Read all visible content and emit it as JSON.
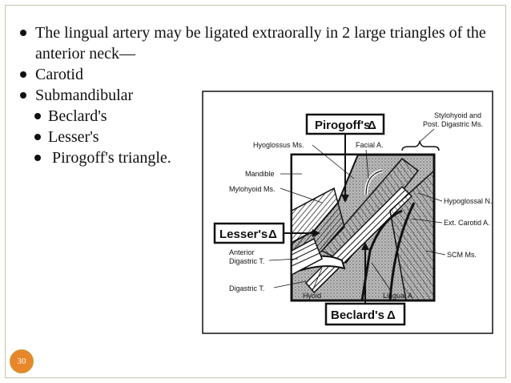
{
  "bullets": [
    {
      "text": "The lingual artery may be ligated extraorally in 2 large triangles of the anterior neck—",
      "level": 1
    },
    {
      "text": "Carotid",
      "level": 1
    },
    {
      "text": "Submandibular",
      "level": 1
    },
    {
      "text": "Beclard's",
      "level": 2
    },
    {
      "text": "Lesser's",
      "level": 2
    },
    {
      "text": " Pirogoff's triangle.",
      "level": 2
    }
  ],
  "diagram": {
    "pirogoff_box": "Pirogoff's",
    "lesser_box": "Lesser's",
    "beclard_box": "Beclard's",
    "triangle_glyph": "Δ",
    "labels": {
      "stylohyoid_1": "Stylohyoid and",
      "stylohyoid_2": "Post. Digastric Ms.",
      "hyoglossus": "Hyoglossus Ms.",
      "facial": "Facial A.",
      "mandible": "Mandible",
      "mylohyoid": "Mylohyoid Ms.",
      "hypoglossal": "Hypoglossal N.",
      "ext_carotid": "Ext. Carotid A.",
      "scm": "SCM Ms.",
      "ant_dig_1": "Anterior",
      "ant_dig_2": "Digastric T.",
      "dig_t": "Digastric T.",
      "hyoid": "Hyoid",
      "lingual": "Lingual A."
    }
  },
  "page_number": "30"
}
